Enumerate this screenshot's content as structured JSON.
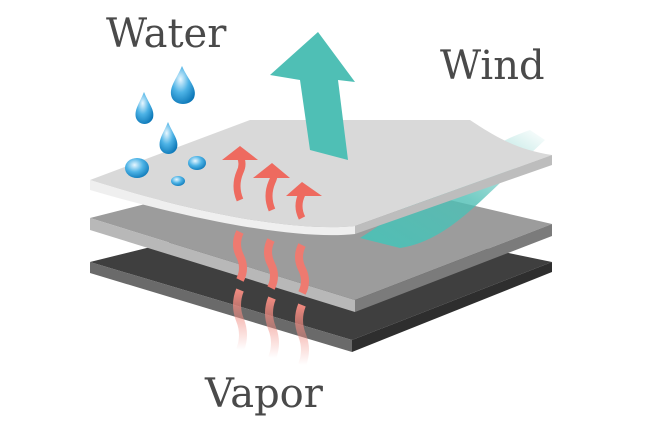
{
  "labels": {
    "water": "Water",
    "wind": "Wind",
    "vapor": "Vapor"
  },
  "colors": {
    "water": "#1e9bd7",
    "wind": "#4fbfb5",
    "vapor": "#ee6a5f",
    "top_layer": "#d9d9d9",
    "middle_layer": "#9a9a9a",
    "bottom_layer": "#4a4a4a",
    "text": "#4a4a4a"
  }
}
